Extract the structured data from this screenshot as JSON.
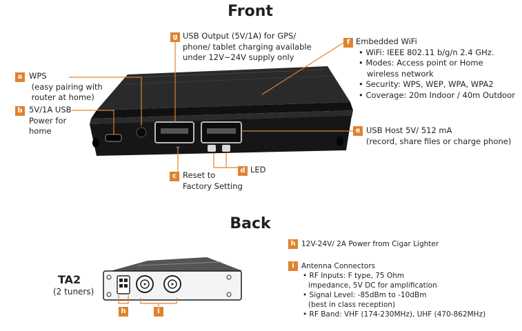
{
  "headings": {
    "front": "Front",
    "back": "Back"
  },
  "callouts": {
    "a": {
      "badge": "a",
      "lines": [
        "WPS",
        " (easy pairing with",
        " router at home)"
      ]
    },
    "b": {
      "badge": "b",
      "lines": [
        "5V/1A USB",
        "Power for",
        "home"
      ]
    },
    "c": {
      "badge": "c",
      "lines": [
        "Reset to",
        "Factory Setting"
      ]
    },
    "d": {
      "badge": "d",
      "lines": [
        "LED"
      ]
    },
    "e": {
      "badge": "e",
      "lines": [
        "USB Host 5V/ 512 mA",
        "(record, share files or charge phone)"
      ]
    },
    "f": {
      "badge": "f",
      "title": "Embedded WiFi",
      "bullets": [
        "WiFi: IEEE 802.11 b/g/n  2.4 GHz.",
        "Modes: Access point or Home",
        "wireless network",
        "Security: WPS, WEP, WPA, WPA2",
        "Coverage: 20m Indoor / 40m Outdoor"
      ]
    },
    "g": {
      "badge": "g",
      "lines": [
        "USB Output (5V/1A) for GPS/",
        "phone/ tablet charging available",
        "under 12V~24V supply only"
      ]
    },
    "h": {
      "badge": "h",
      "lines": [
        "12V-24V/ 2A Power from Cigar Lighter"
      ]
    },
    "i": {
      "badge": "i",
      "title": "Antenna Connectors",
      "bullets": [
        "RF Inputs: F type, 75 Ohm",
        "impedance, 5V DC for amplification",
        "Signal Level: -85dBm to -10dBm",
        "(best in class reception)",
        "RF Band: VHF (174-230MHz), UHF (470-862MHz)"
      ]
    }
  },
  "back_device": {
    "model": "TA2",
    "tuners": "(2 tuners)",
    "badge_h": "h",
    "badge_i": "i"
  },
  "colors": {
    "accent": "#e0822f",
    "device": "#1c1c1c",
    "text": "#231f20"
  }
}
